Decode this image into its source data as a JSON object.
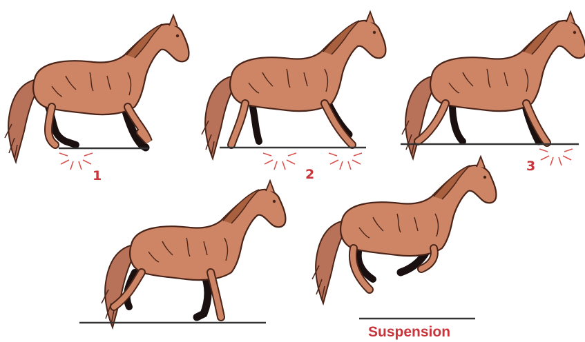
{
  "labels": {
    "stride_1": "1",
    "stride_2": "2",
    "stride_3": "3",
    "suspension": "Suspension"
  },
  "colors": {
    "horse_fill": "#cd8566",
    "outline": "#4a2418",
    "far_leg": "#1a1010",
    "impact_marks": "#d9534f",
    "label_text": "#c8343a",
    "ground_line": "#333333"
  },
  "figures": [
    {
      "phase": "1",
      "hoofbeat": "one hind foot down"
    },
    {
      "phase": "2",
      "hoofbeat": "diagonal pair down"
    },
    {
      "phase": "3",
      "hoofbeat": "leading fore down"
    },
    {
      "phase": "",
      "hoofbeat": "leading fore only"
    },
    {
      "phase": "",
      "hoofbeat": "all feet off the ground"
    }
  ]
}
